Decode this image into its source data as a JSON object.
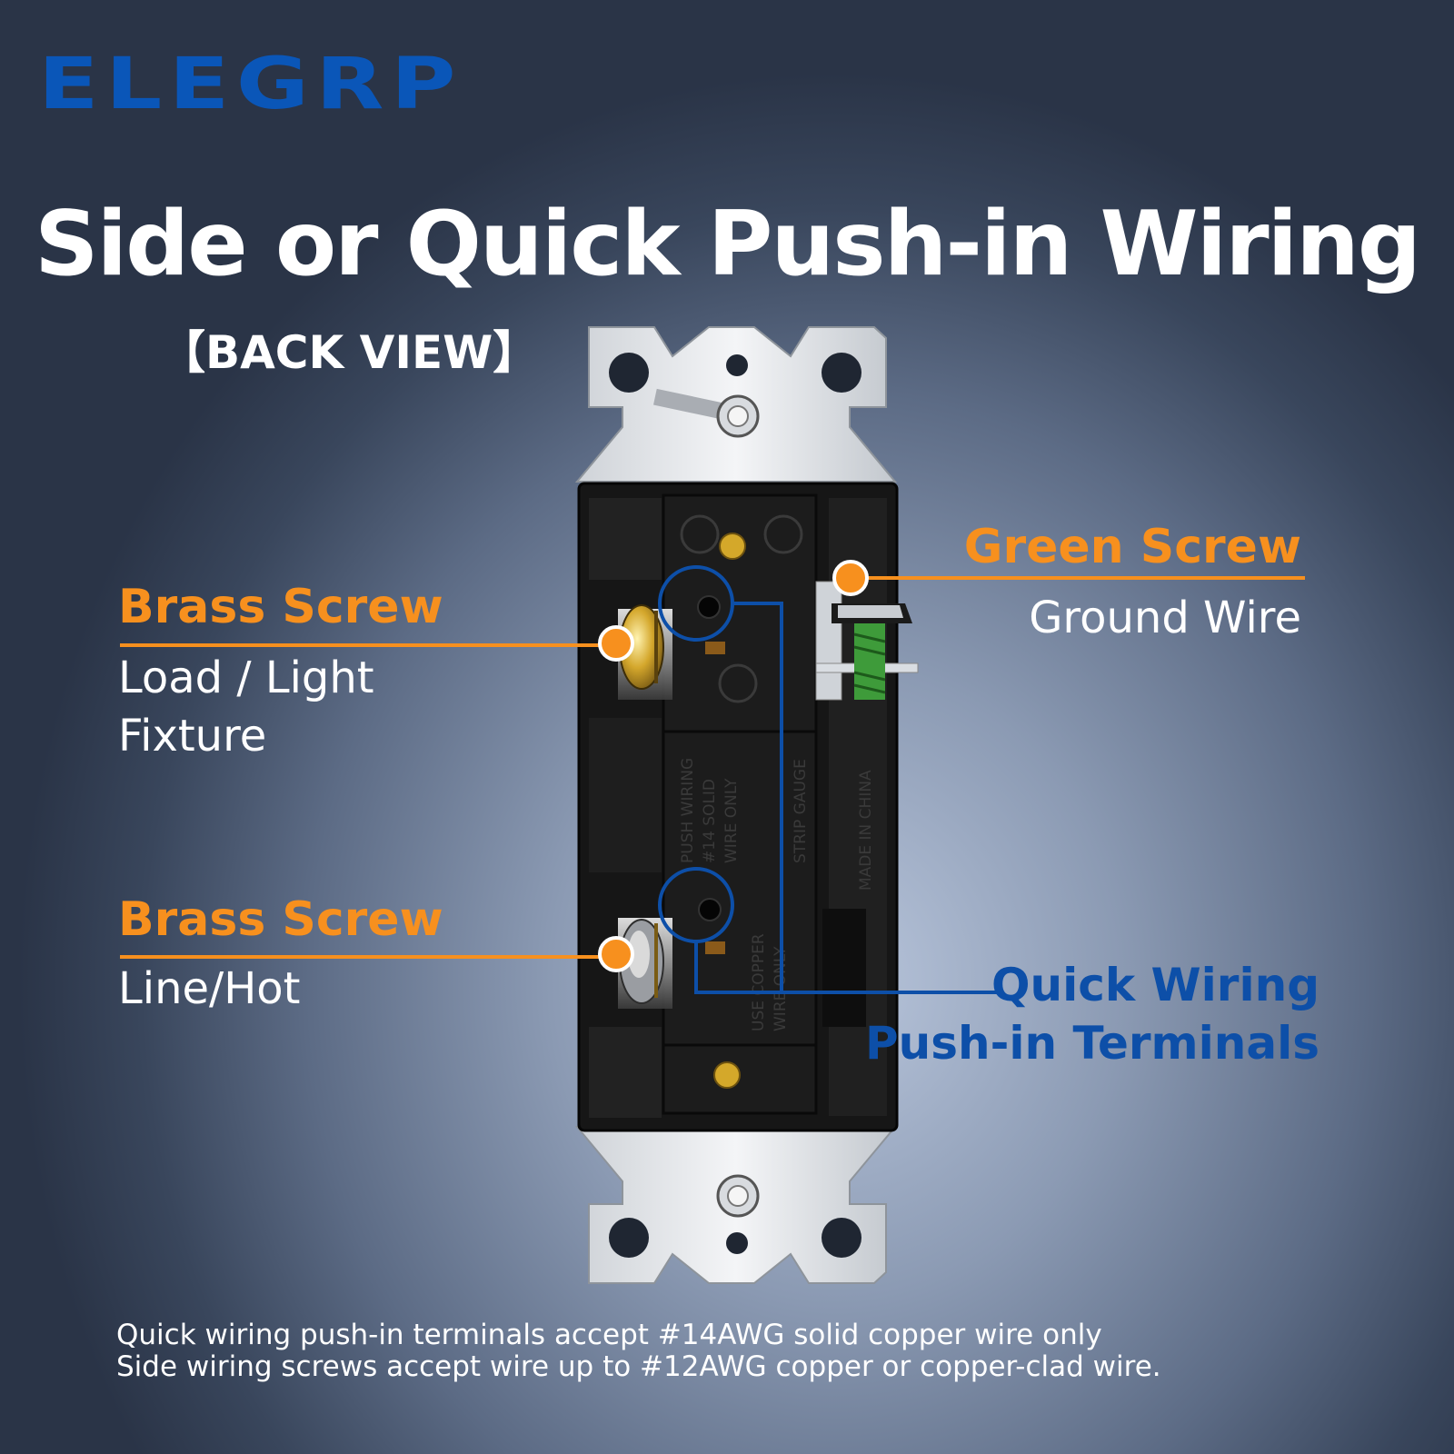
{
  "brand": "ELEGRP",
  "title": "Side or Quick Push-in Wiring",
  "subtitle": "【BACK VIEW】",
  "callouts": {
    "brass_top": {
      "title": "Brass Screw",
      "line1": "Load / Light",
      "line2": "Fixture"
    },
    "brass_bottom": {
      "title": "Brass Screw",
      "line1": "Line/Hot"
    },
    "green": {
      "title": "Green Screw",
      "line1": "Ground Wire"
    },
    "quick": {
      "line1": "Quick Wiring",
      "line2": "Push-in Terminals"
    }
  },
  "device_marks": {
    "mark1": "PUSH WIRING",
    "mark2": "#14 SOLID",
    "mark3": "WIRE ONLY",
    "mark4": "STRIP GAUGE",
    "mark5": "MADE IN CHINA",
    "mark6": "USE COPPER",
    "mark7": "WIRE ONLY"
  },
  "note": {
    "line1": "Quick wiring push-in terminals accept #14AWG solid copper wire only",
    "line2": "Side wiring screws accept wire up to #12AWG copper or copper-clad wire."
  },
  "colors": {
    "brand_blue": "#0a56b8",
    "accent_orange": "#f7901e",
    "callout_blue": "#0d4fa8"
  }
}
